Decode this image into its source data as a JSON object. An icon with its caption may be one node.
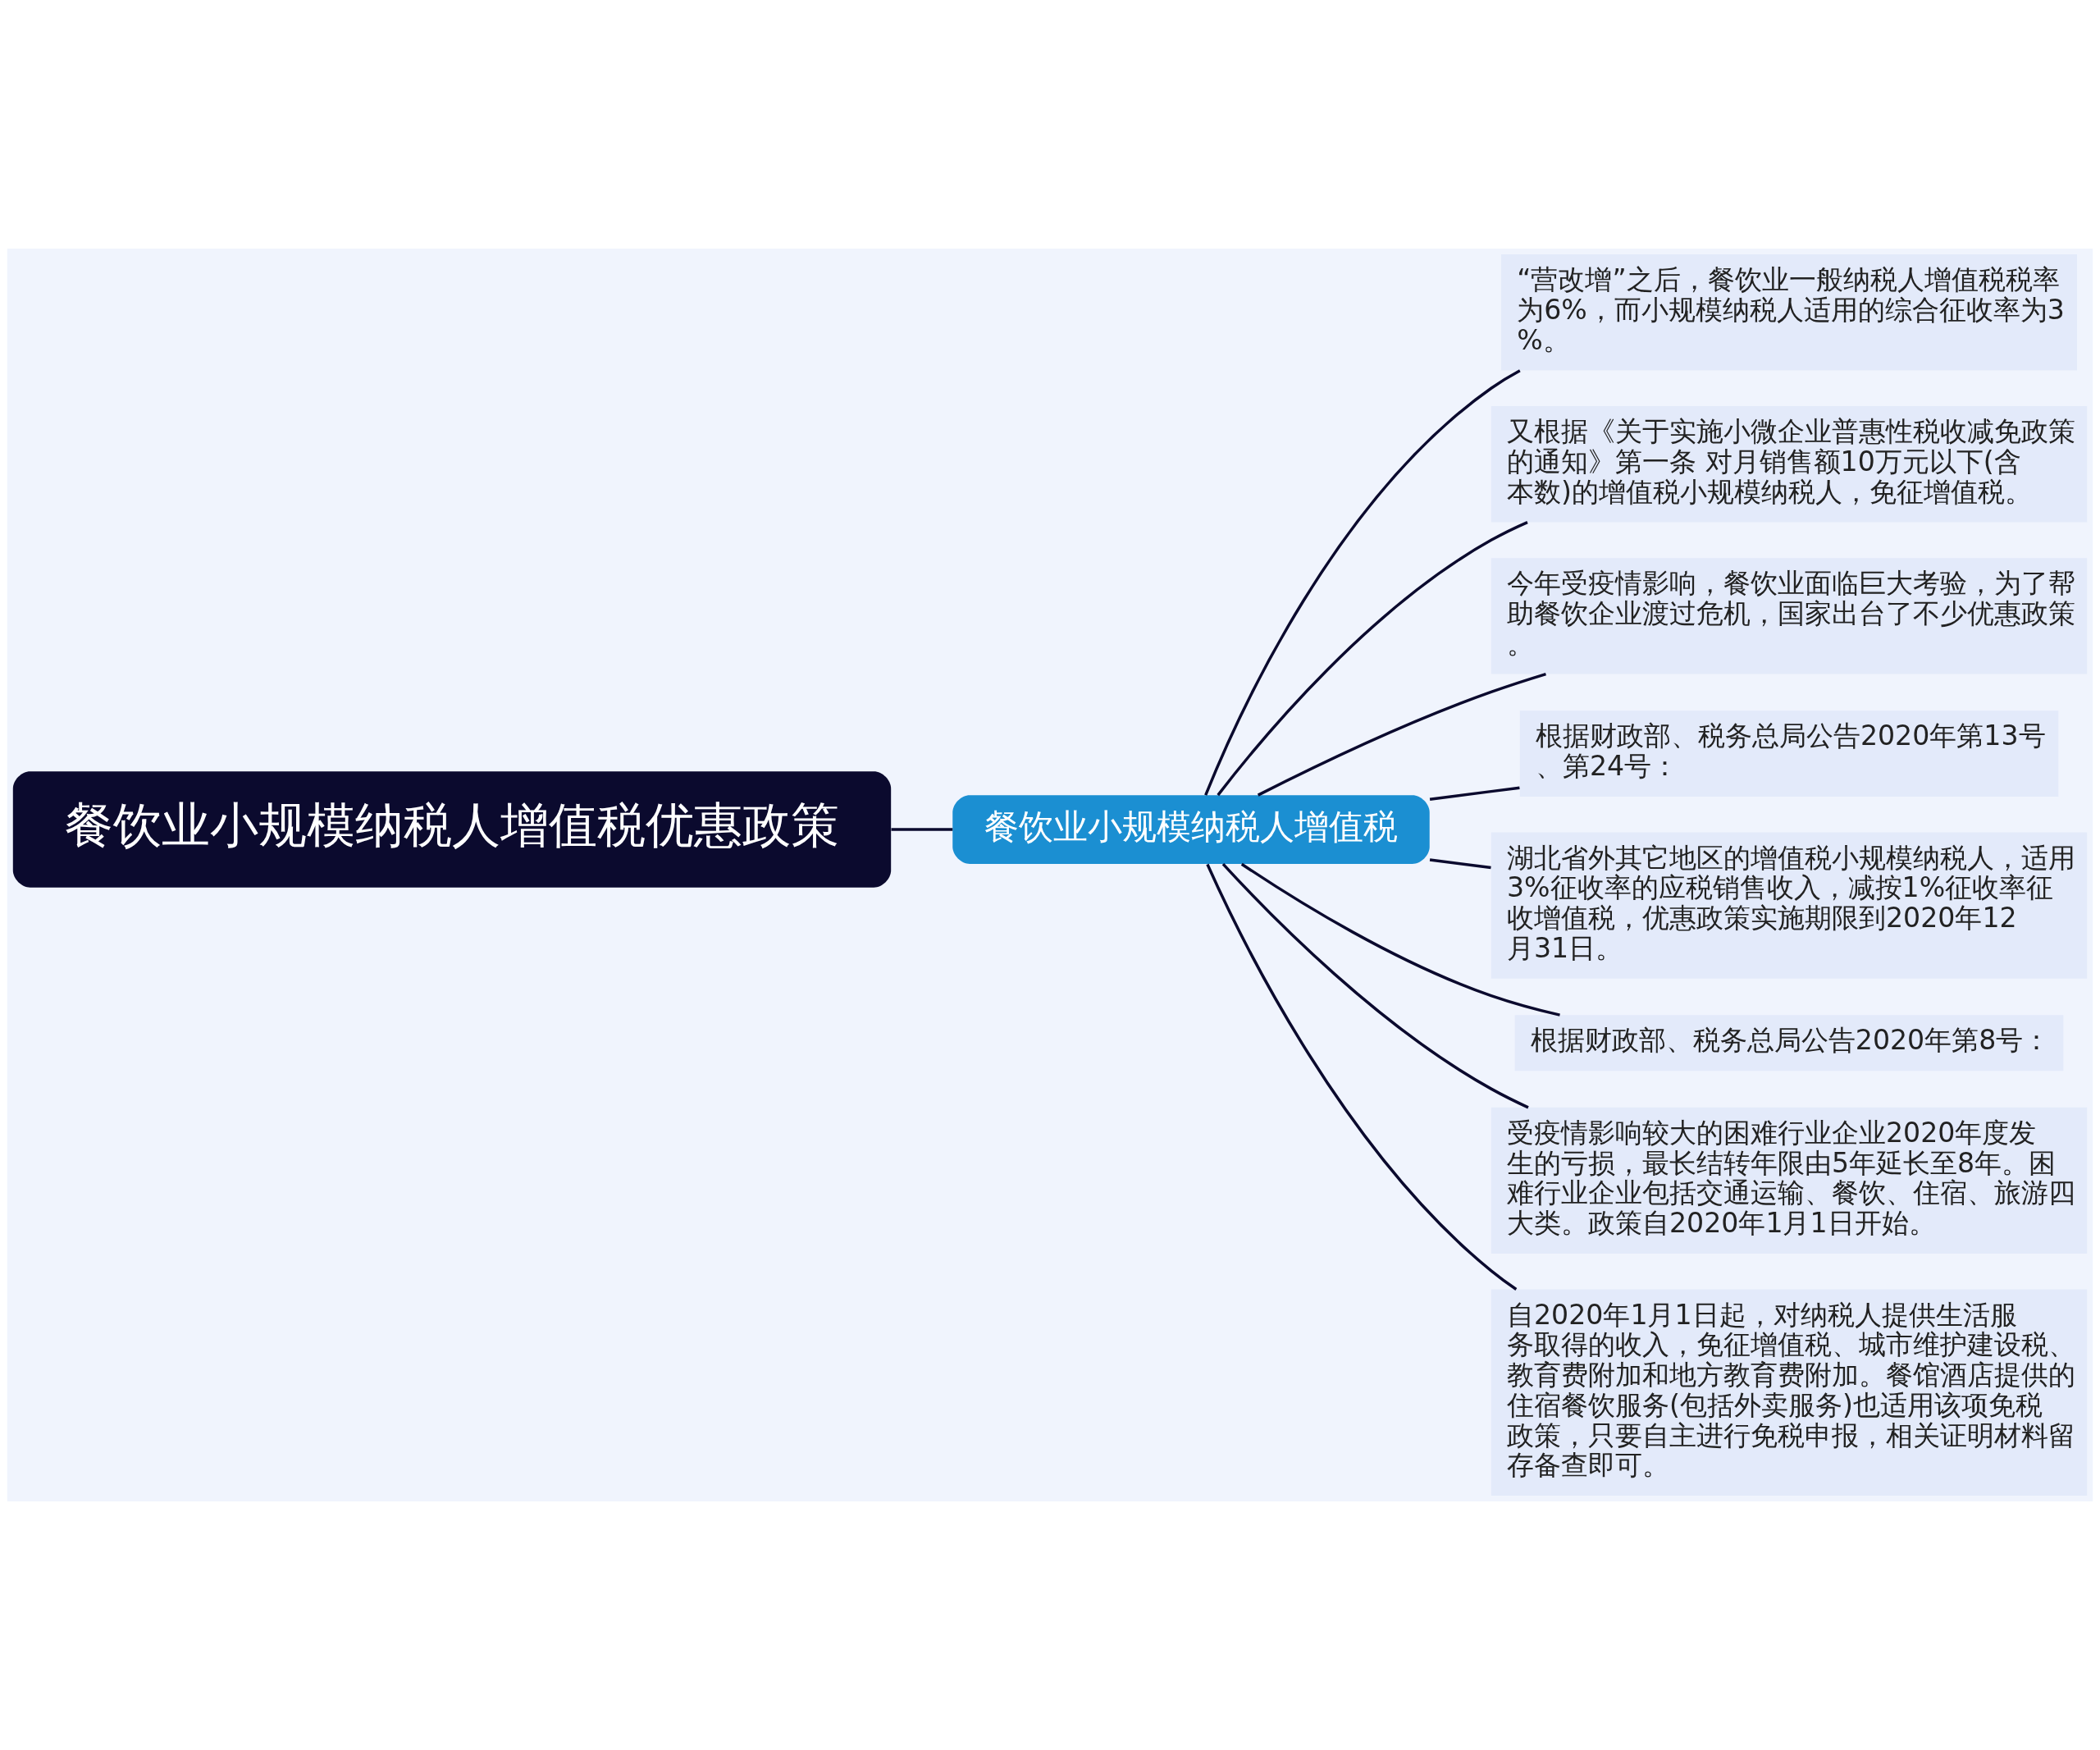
{
  "diagram": {
    "nodes": [
      {
        "text": [
          "餐饮业小规模纳税人增值税优惠政策"
        ]
      },
      {
        "text": [
          "餐饮业小规模纳税人增值税"
        ]
      },
      {
        "text": [
          "“营改增”之后，餐饮业一般纳税人增值税税率为6%，而小规模纳税人适用的综合征收率为3%。"
        ]
      },
      {
        "text": [
          "又根据《关于实施小微企业普惠性税收减免政策的通知》第一条 对月销售额10万元以下(含本数)的增值税小规模纳税人，免征增值税。"
        ]
      },
      {
        "text": [
          "今年受疫情影响，餐饮业面临巨大考验，为了帮助餐饮企业渡过危机，国家出台了不少优惠政策。"
        ]
      },
      {
        "text": [
          "根据财政部、税务总局公告2020年第13号、第24号："
        ]
      },
      {
        "text": [
          "湖北省外其它地区的增值税小规模纳税人，适用3%征收率的应税销售收入，减按1%征收率征收增值税，优惠政策实施期限到2020年12月31日。"
        ]
      },
      {
        "text": [
          "根据财政部、税务总局公告2020年第8号："
        ]
      },
      {
        "text": [
          "受疫情影响较大的困难行业企业2020年度发生的亏损，最长结转年限由5年延长至8年。困难行业企业包括交通运输、餐饮、住宿、旅游四大类。政策自2020年1月1日开始。"
        ]
      },
      {
        "text": [
          "自2020年1月1日起，对纳税人提供生活服务取得的收入，免征增值税、城市维护建设税、教育费附加和地方教育费附加。餐馆酒店提供的住宿餐饮服务(包括外卖服务)也适用该项免税政策，只要自主进行免税申报，相关证明材料留存备查即可。"
        ]
      }
    ],
    "edges": [
      {
        "from": 0,
        "to": 1,
        "arrow": "none"
      },
      {
        "from": 1,
        "to": 2,
        "arrow": "none"
      },
      {
        "from": 1,
        "to": 3,
        "arrow": "none"
      },
      {
        "from": 1,
        "to": 4,
        "arrow": "none"
      },
      {
        "from": 1,
        "to": 5,
        "arrow": "none"
      },
      {
        "from": 1,
        "to": 6,
        "arrow": "none"
      },
      {
        "from": 1,
        "to": 7,
        "arrow": "none"
      },
      {
        "from": 1,
        "to": 8,
        "arrow": "none"
      },
      {
        "from": 1,
        "to": 9,
        "arrow": "none"
      }
    ]
  }
}
